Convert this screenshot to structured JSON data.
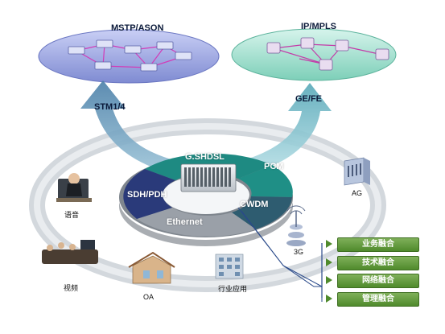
{
  "clouds": {
    "left_title": "MSTP/ASON",
    "right_title": "IP/MPLS"
  },
  "uplinks": {
    "left": "STM1/4",
    "right": "GE/FE"
  },
  "ring_segments": {
    "top": "G.SHDSL",
    "right": "PCM",
    "left": "SDH/PDH",
    "lower_right": "CWDM",
    "bottom": "Ethernet"
  },
  "endpoints": {
    "voice": "语音",
    "video": "视频",
    "oa": "OA",
    "industry": "行业应用",
    "three_g": "3G",
    "ag": "AG"
  },
  "business_items": [
    "业务融合",
    "技术融合",
    "网络融合",
    "管理融合"
  ],
  "colors": {
    "left_cloud": "#9aa6e0",
    "right_cloud": "#9fe0cf",
    "ring_teal": "#1e8a82",
    "ring_navy": "#2a3a7a",
    "ring_slate": "#2e5c70",
    "ring_grey": "#9aa0a8",
    "business_green": "#4f8a2c"
  }
}
